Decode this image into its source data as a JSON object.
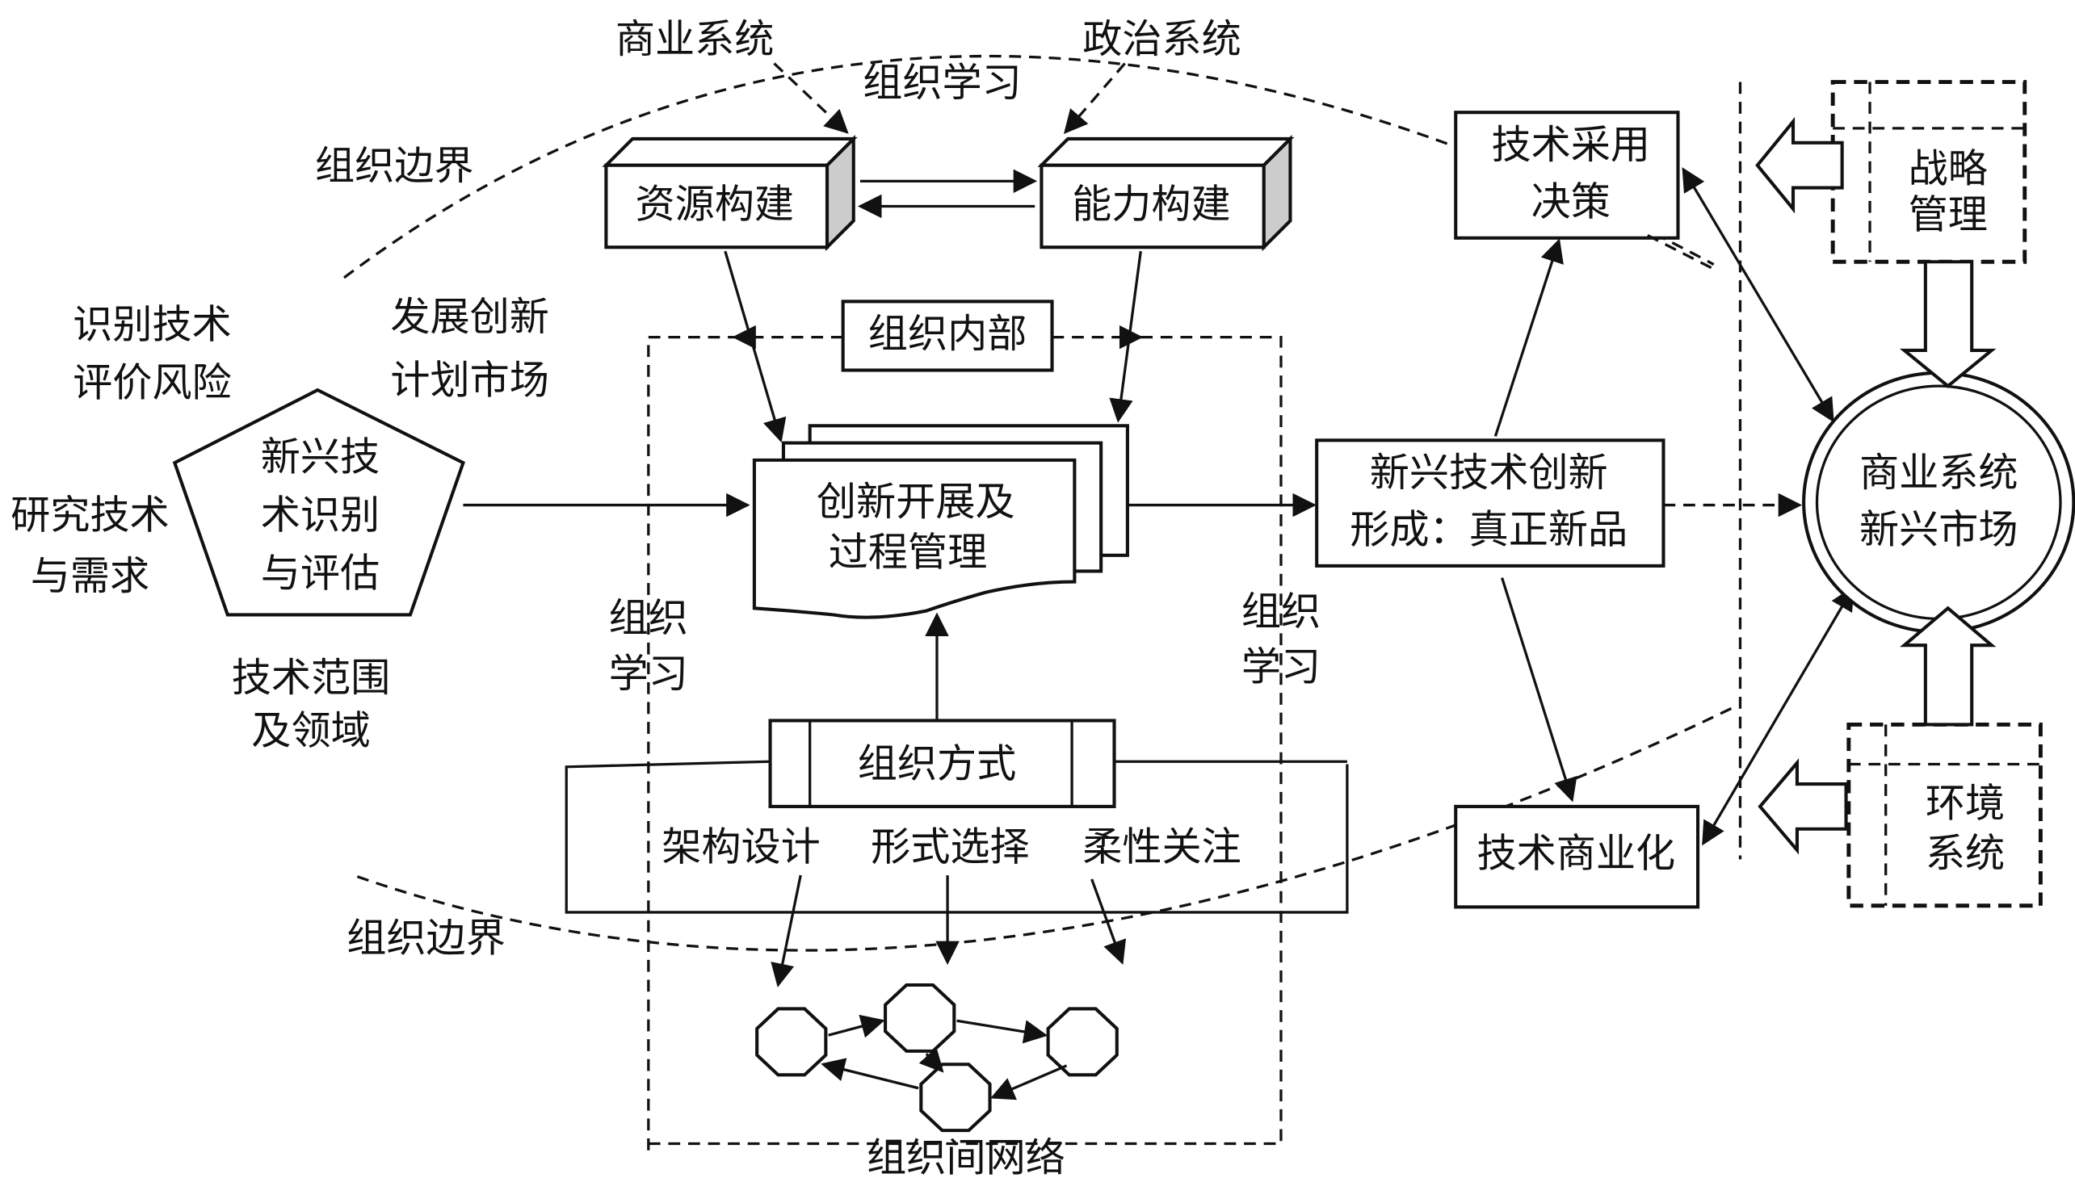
{
  "labels": {
    "business_system_top": "商业系统",
    "political_system": "政治系统",
    "org_learning_top": "组织学习",
    "org_boundary_top": "组织边界",
    "org_boundary_bottom": "组织边界",
    "resource_building": "资源构建",
    "capability_building": "能力构建",
    "org_internal": "组织内部",
    "innovation_process": [
      "创新开展及",
      "过程管理"
    ],
    "pentagon": [
      "新兴技",
      "术识别",
      "与评估"
    ],
    "identify_tech": [
      "识别技术",
      "评价风险"
    ],
    "develop_innovation": [
      "发展创新",
      "计划市场"
    ],
    "research_tech": [
      "研究技术",
      "与需求"
    ],
    "tech_scope": [
      "技术范围",
      "及领域"
    ],
    "org_learning_left": [
      "组织",
      "学习"
    ],
    "org_learning_right": [
      "组织",
      "学习"
    ],
    "emerging_innovation": [
      "新兴技术创新",
      "形成：真正新品"
    ],
    "adoption_decision": [
      "技术采用",
      "决策"
    ],
    "commercialization": "技术商业化",
    "market": [
      "商业系统",
      "新兴市场"
    ],
    "strategic_mgmt": [
      "战略",
      "管理"
    ],
    "environment": [
      "环境",
      "系统"
    ],
    "org_mode": "组织方式",
    "org_mode_items": [
      "架构设计",
      "形式选择",
      "柔性关注"
    ],
    "inter_org_network": "组织间网络"
  }
}
